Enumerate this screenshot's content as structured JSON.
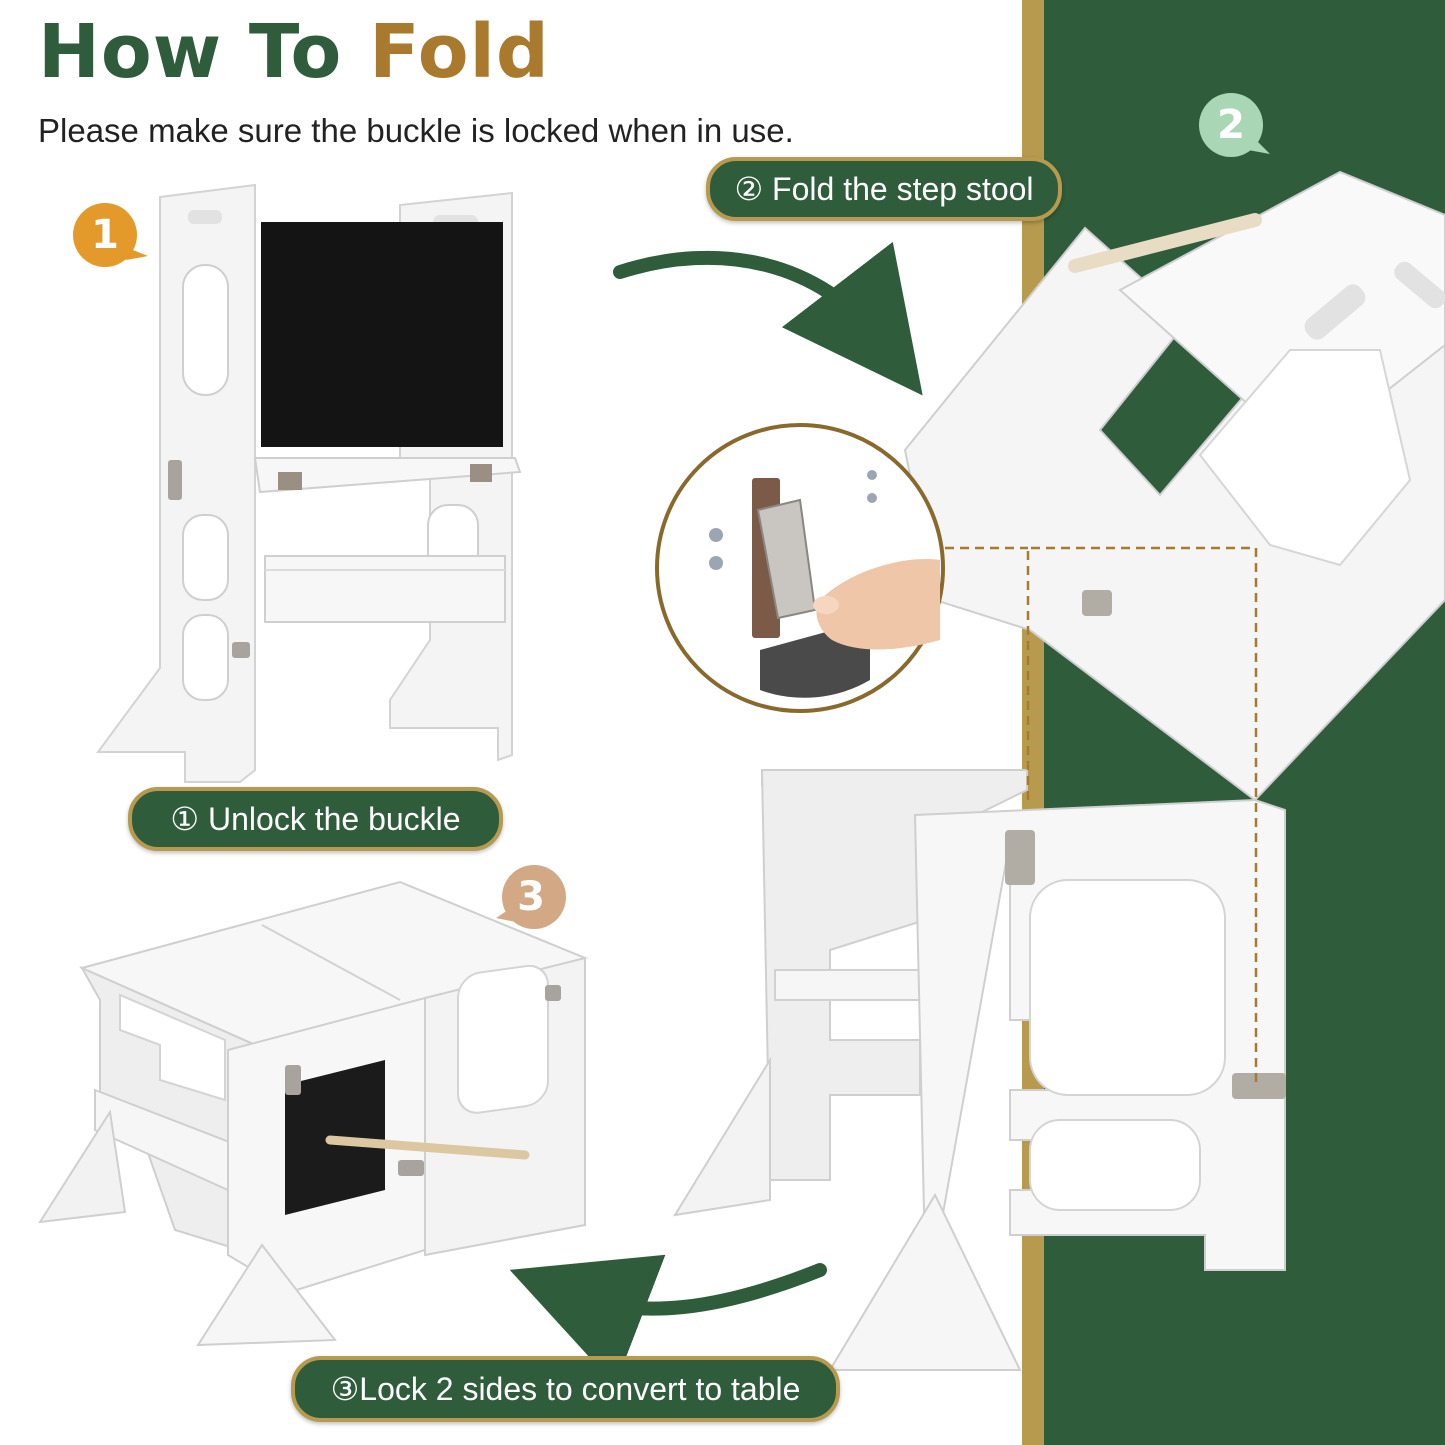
{
  "header": {
    "title_part1": "How To",
    "title_part2": "Fold",
    "subtitle": "Please make sure the buckle is locked when in use."
  },
  "steps": [
    {
      "number": "1",
      "label": "① Unlock the buckle"
    },
    {
      "number": "2",
      "label": "② Fold the step stool"
    },
    {
      "number": "3",
      "label": "③Lock 2 sides to convert to table"
    }
  ],
  "colors": {
    "green": "#2f5d3c",
    "gold": "#b89a4e",
    "brown": "#a97a2e",
    "badge_orange": "#e39a2b",
    "badge_mint": "#a9d6b4",
    "badge_tan": "#d2a885"
  },
  "icons": [
    "curved-arrow-icon",
    "curved-arrow-icon",
    "step-badge-icon"
  ]
}
